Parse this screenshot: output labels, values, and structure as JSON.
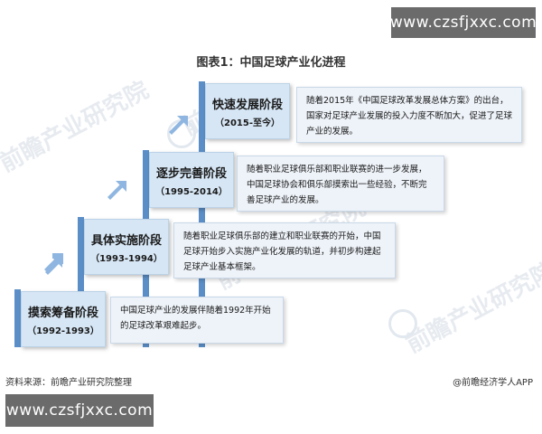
{
  "watermark": {
    "site": "www.czsfjxxc.com"
  },
  "background_marks": {
    "text_1": "前瞻产业研究院",
    "text_2": "前瞻产业研究院",
    "text_3": "前瞻",
    "text_4": "前瞻产业研究院"
  },
  "title": "图表1：中国足球产业化进程",
  "stages": [
    {
      "name": "摸索筹备阶段",
      "period": "（1992-1993）",
      "description": "中国足球产业的发展伴随着1992年开始的足球改革艰难起步。"
    },
    {
      "name": "具体实施阶段",
      "period": "（1993-1994）",
      "description": "随着职业足球俱乐部的建立和职业联赛的开始，中国足球开始步入实施产业化发展的轨道，并初步构建起足球产业基本框架。"
    },
    {
      "name": "逐步完善阶段",
      "period": "（1995-2014）",
      "description": "随着职业足球俱乐部和职业联赛的进一步发展，中国足球协会和俱乐部摸索出一些经验，不断完善足球产业的发展。"
    },
    {
      "name": "快速发展阶段",
      "period": "（2015-至今）",
      "description": "随着2015年《中国足球改革发展总体方案》的出台，国家对足球产业发展的投入力度不断加大，促进了足球产业的发展。"
    }
  ],
  "footer": {
    "source": "资料来源：前瞻产业研究院整理",
    "brand": "@前瞻经济学人APP"
  },
  "colors": {
    "stage_fill": "#d6e6f5",
    "bar": "#5b8ec7",
    "arrow": "#8fb6e0",
    "desc_fill": "#eef3f9"
  }
}
